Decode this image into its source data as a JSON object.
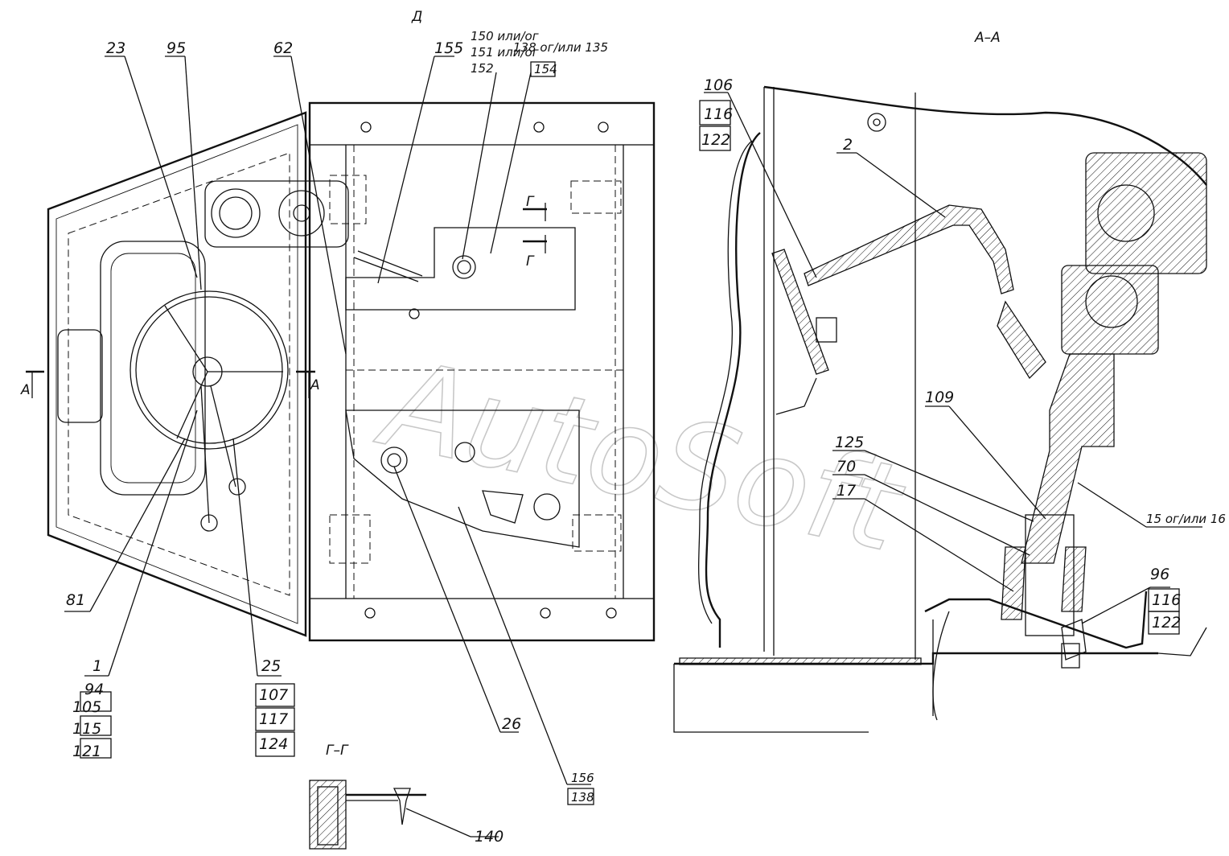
{
  "views": {
    "plan_view_label": "Д",
    "section_aa_label": "А–А",
    "section_gg_label": "Г–Г",
    "section_marker_a": "А",
    "section_marker_g": "Г"
  },
  "watermark": "AutoSoft",
  "callouts": {
    "c23": "23",
    "c95": "95",
    "c62": "62",
    "c155": "155",
    "c150": "150 или/ог",
    "c151": "151 или/ог",
    "c152": "152",
    "c138_top": "138 ог/или 135",
    "c154": "154",
    "c81": "81",
    "c1": "1",
    "c94": "94",
    "c105": "105",
    "c115": "115",
    "c121": "121",
    "c25": "25",
    "c107": "107",
    "c117": "117",
    "c124": "124",
    "c26": "26",
    "c156": "156",
    "c138": "138",
    "c140": "140",
    "c106": "106",
    "c116_top": "116",
    "c122_top": "122",
    "c2": "2",
    "c109": "109",
    "c125": "125",
    "c70": "70",
    "c17": "17",
    "c15": "15 ог/или 16",
    "c96": "96",
    "c116_bot": "116",
    "c122_bot": "122"
  }
}
